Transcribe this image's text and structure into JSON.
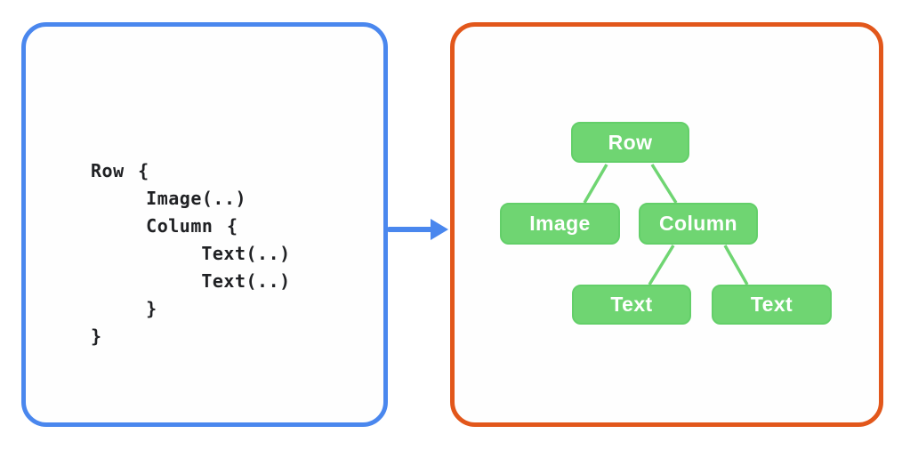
{
  "code_panel": {
    "language": "compose-dsl",
    "code_text": "Row {\n    Image(..)\n    Column {\n        Text(..)\n        Text(..)\n    }\n}",
    "border_color": "#4a87ee"
  },
  "arrow": {
    "direction": "right",
    "color": "#4a87ee"
  },
  "tree_panel": {
    "border_color": "#e2571b",
    "node_fill_color": "#6fd572",
    "node_text_color": "#ffffff",
    "edge_color": "#6fd572",
    "tree": {
      "nodes": [
        {
          "id": "row",
          "label": "Row",
          "parent": null
        },
        {
          "id": "image",
          "label": "Image",
          "parent": "row"
        },
        {
          "id": "column",
          "label": "Column",
          "parent": "row"
        },
        {
          "id": "text-1",
          "label": "Text",
          "parent": "column"
        },
        {
          "id": "text-2",
          "label": "Text",
          "parent": "column"
        }
      ]
    }
  }
}
